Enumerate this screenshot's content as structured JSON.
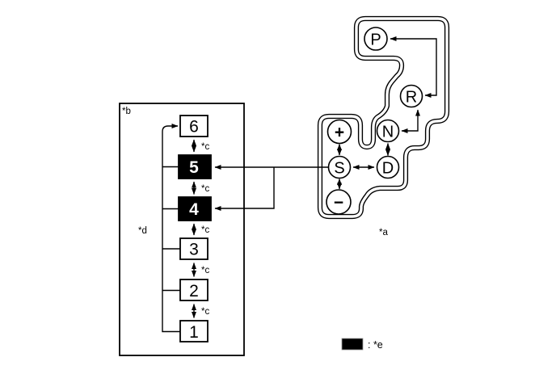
{
  "figure": {
    "gate": {
      "label": "*a",
      "positions": [
        {
          "id": "park",
          "label": "P"
        },
        {
          "id": "reverse",
          "label": "R"
        },
        {
          "id": "neutral",
          "label": "N"
        },
        {
          "id": "drive",
          "label": "D"
        },
        {
          "id": "sport",
          "label": "S"
        },
        {
          "id": "plus",
          "label": "+"
        },
        {
          "id": "minus",
          "label": "−"
        }
      ]
    },
    "sequence": {
      "frame_label": "*b",
      "step_label": "*c",
      "range_label": "*d",
      "gears": [
        {
          "value": "6",
          "highlight": false
        },
        {
          "value": "5",
          "highlight": true
        },
        {
          "value": "4",
          "highlight": true
        },
        {
          "value": "3",
          "highlight": false
        },
        {
          "value": "2",
          "highlight": false
        },
        {
          "value": "1",
          "highlight": false
        }
      ]
    },
    "legend": {
      "text": ": *e"
    },
    "colors": {
      "line": "#000000",
      "highlight_fill": "#000000",
      "background": "#ffffff"
    }
  }
}
